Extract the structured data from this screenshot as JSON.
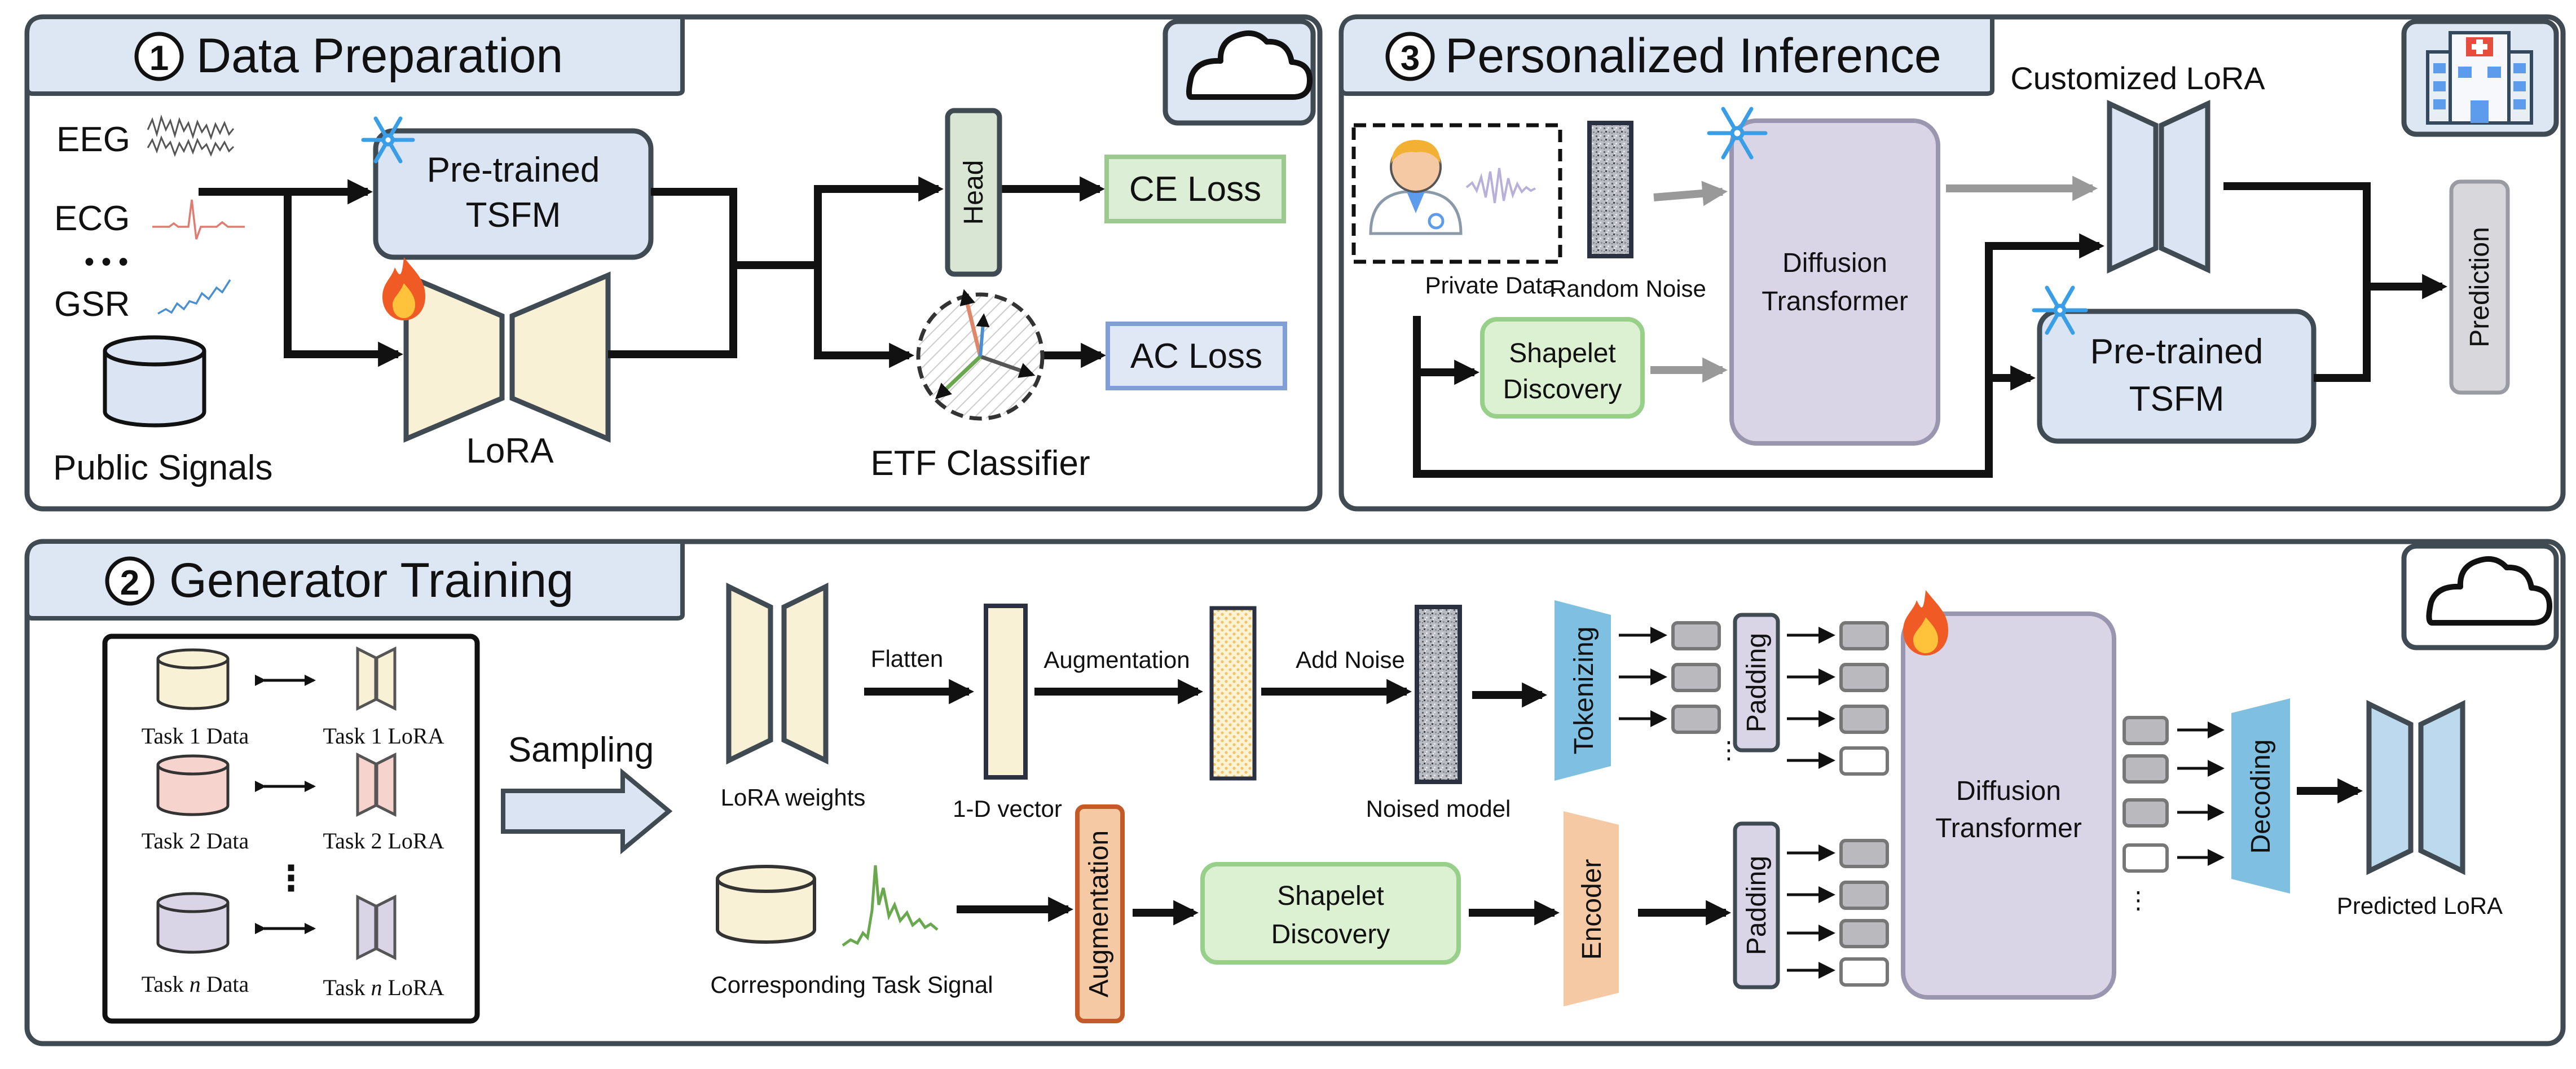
{
  "panels": {
    "data_preparation": {
      "number": "1",
      "title": "Data Preparation",
      "signals": [
        "EEG",
        "ECG",
        "GSR"
      ],
      "ellipsis": "• • •",
      "public_signals": "Public Signals",
      "pretrained_line1": "Pre-trained",
      "pretrained_line2": "TSFM",
      "lora": "LoRA",
      "head": "Head",
      "ce_loss": "CE Loss",
      "ac_loss": "AC Loss",
      "etf_classifier": "ETF Classifier"
    },
    "personalized_inference": {
      "number": "3",
      "title": "Personalized Inference",
      "private_data": "Private Data",
      "random_noise": "Random Noise",
      "shapelet_line1": "Shapelet",
      "shapelet_line2": "Discovery",
      "diffusion_line1": "Diffusion",
      "diffusion_line2": "Transformer",
      "customized_lora": "Customized LoRA",
      "pretrained_line1": "Pre-trained",
      "pretrained_line2": "TSFM",
      "prediction": "Prediction"
    },
    "generator_training": {
      "number": "2",
      "title": "Generator Training",
      "tasks": [
        {
          "data_prefix": "Task ",
          "index": "1",
          "data_suffix": " Data",
          "lora_prefix": "Task ",
          "lora_suffix": " LoRA"
        },
        {
          "data_prefix": "Task ",
          "index": "2",
          "data_suffix": " Data",
          "lora_prefix": "Task ",
          "lora_suffix": " LoRA"
        },
        {
          "data_prefix": "Task ",
          "index": "n",
          "data_suffix": " Data",
          "lora_prefix": "Task ",
          "lora_suffix": " LoRA"
        }
      ],
      "sampling": "Sampling",
      "lora_weights": "LoRA weights",
      "flatten": "Flatten",
      "vector_1d": "1-D vector",
      "augmentation": "Augmentation",
      "add_noise": "Add Noise",
      "noised_model": "Noised model",
      "tokenizing": "Tokenizing",
      "padding": "Padding",
      "diffusion_line1": "Diffusion",
      "diffusion_line2": "Transformer",
      "decoding": "Decoding",
      "predicted_lora": "Predicted LoRA",
      "corresponding_task_signal": "Corresponding Task Signal",
      "augmentation_vertical": "Augmentation",
      "shapelet_line1": "Shapelet",
      "shapelet_line2": "Discovery",
      "encoder": "Encoder",
      "padding2": "Padding",
      "dots": "⋮"
    }
  },
  "icons": [
    "cloud-icon",
    "hospital-icon",
    "snowflake-icon",
    "fire-icon",
    "doctor-icon",
    "database-icon"
  ],
  "colors": {
    "panel_border": "#404a52",
    "title_fill": "#dde6f3",
    "pretrained_fill": "#dbe4f2",
    "lora_fill": "#f8f1d6",
    "head_fill": "#d8e6d3",
    "ce_loss_fill": "#ddeed6",
    "ce_loss_border": "#9cc98f",
    "ac_loss_fill": "#e1e8f5",
    "ac_loss_border": "#7f9fd6",
    "diffusion_fill": "#d9d4e6",
    "shapelet_fill": "#dcf0d2",
    "shapelet_border": "#98d08a",
    "tokenizing_fill": "#7ebfe2",
    "encoder_fill": "#f6c9a5",
    "augmentation_border": "#c45a28",
    "snowflake": "#3a9ee6",
    "arrow": "#111111",
    "arrow_gray": "#999999"
  }
}
